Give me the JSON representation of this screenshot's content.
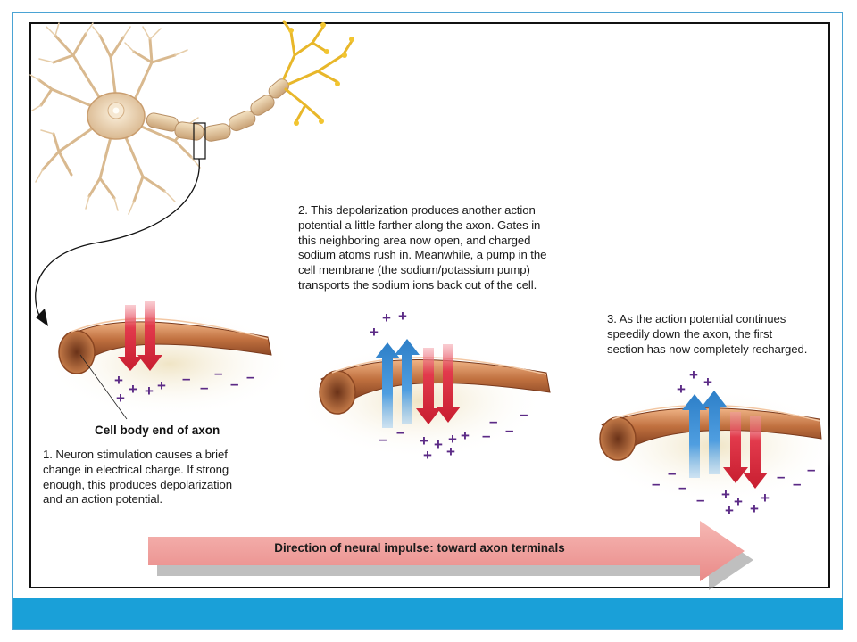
{
  "captions": {
    "step1": [
      "1. Neuron stimulation causes a brief",
      "change in electrical charge. If strong",
      "enough, this produces depolarization",
      "and an action potential."
    ],
    "step2": [
      "2. This depolarization produces another action",
      "potential a little farther along the axon. Gates in",
      "this neighboring area now open, and charged",
      "sodium atoms rush in.  Meanwhile, a pump in the",
      "cell membrane (the sodium/potassium pump)",
      "transports the sodium ions back out of the cell."
    ],
    "step3": [
      "3. As the action potential continues",
      "speedily down the axon, the first",
      "section has now completely recharged."
    ]
  },
  "labels": {
    "cell_body_end": "Cell body end of axon",
    "direction": "Direction of neural impulse: toward axon terminals"
  },
  "charge_signs": {
    "positive": "+",
    "negative": "–"
  },
  "colors": {
    "frame_blue": "#1aa0d8",
    "sodium_arrow_red": "#d9283a",
    "pump_arrow_blue": "#3f8fd6",
    "positive_charge": "#5b2a86",
    "negative_charge": "#6a2a8a",
    "axon_copper": "#b8643a",
    "direction_arrow": "#ee9a9a"
  }
}
